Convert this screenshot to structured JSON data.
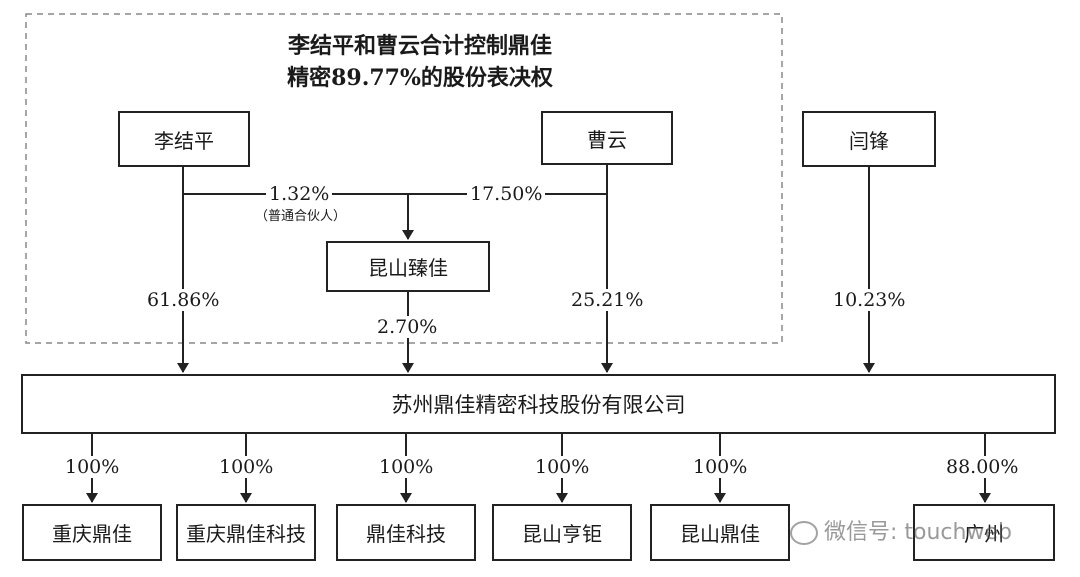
{
  "group_title_line1": "李结平和曹云合计控制鼎佳",
  "group_title_line2": "精密89.77%的股份表决权",
  "nodes": {
    "li": "李结平",
    "cao": "曹云",
    "yan": "闫锋",
    "kszj": "昆山臻佳",
    "company": "苏州鼎佳精密科技股份有限公司",
    "subs": [
      "重庆鼎佳",
      "重庆鼎佳科技",
      "鼎佳科技",
      "昆山亨钜",
      "昆山鼎佳",
      "广州"
    ]
  },
  "percent": {
    "li_to_kszj": "1.32%",
    "li_note": "（普通合伙人）",
    "cao_to_kszj": "17.50%",
    "li_to_company": "61.86%",
    "kszj_to_company": "2.70%",
    "cao_to_company": "25.21%",
    "yan_to_company": "10.23%",
    "subs": [
      "100%",
      "100%",
      "100%",
      "100%",
      "100%",
      "88.00%"
    ]
  },
  "watermark": "微信号: touchweb"
}
